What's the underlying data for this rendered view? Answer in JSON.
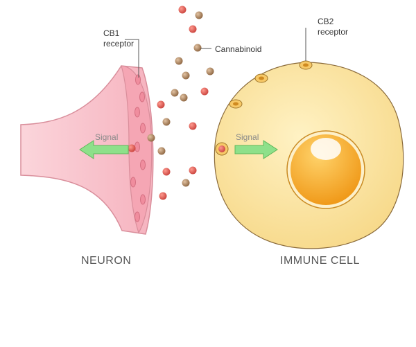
{
  "labels": {
    "cb1_line1": "CB1",
    "cb1_line2": "receptor",
    "cb2_line1": "CB2",
    "cb2_line2": "receptor",
    "cannabinoid": "Cannabinoid",
    "signal_left": "Signal",
    "signal_right": "Signal",
    "neuron": "NEURON",
    "immune_cell": "IMMUNE CELL"
  },
  "colors": {
    "neuron_fill": "#f9c6cf",
    "neuron_stroke": "#d98e9b",
    "cell_fill": "#fbe6a4",
    "cell_stroke": "#8a6a3a",
    "nucleus": "#f4a623",
    "signal_arrow": "#8ee08a",
    "molecule_red": "#d9534f",
    "molecule_brown": "#a57a55"
  }
}
